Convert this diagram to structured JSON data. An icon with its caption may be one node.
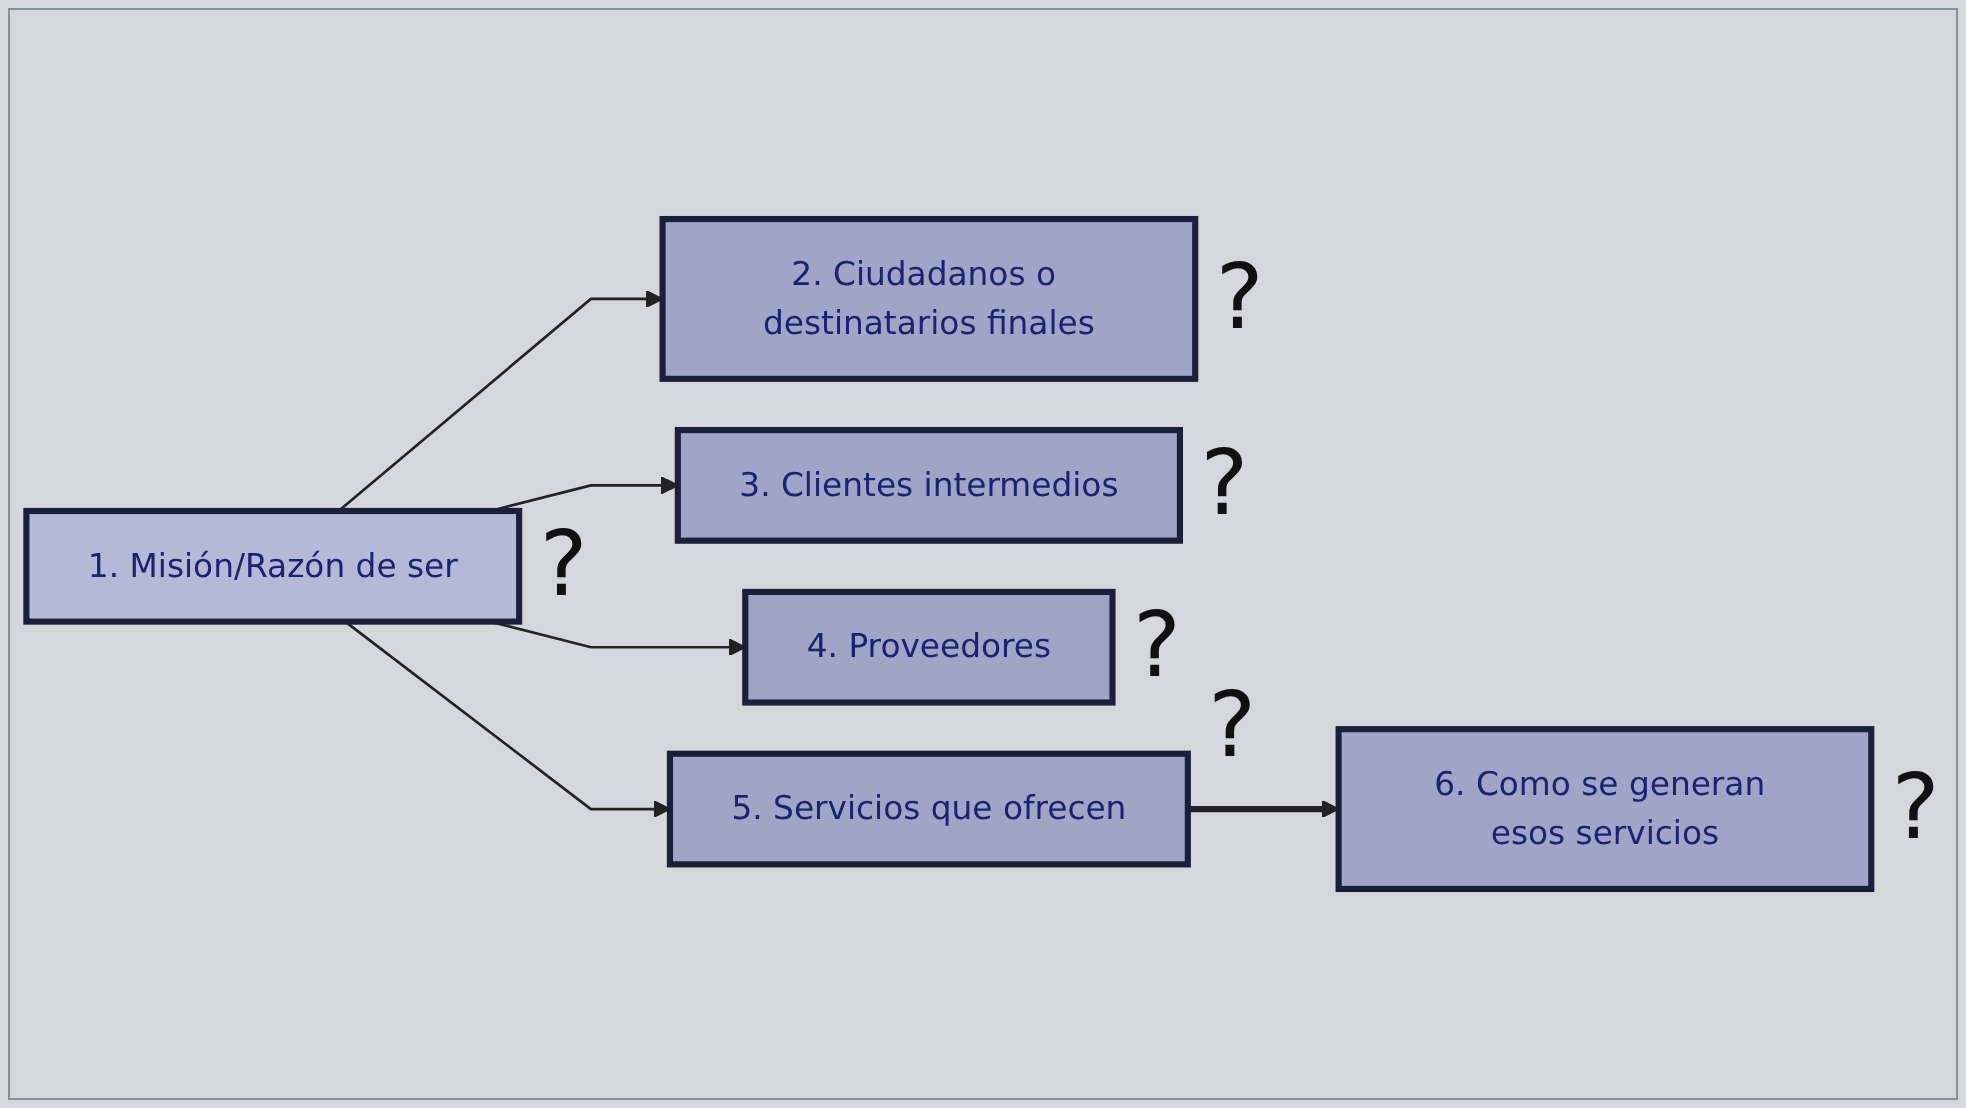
{
  "diagram": {
    "nodes": [
      {
        "text": [
          "1. Misión/Razón de ser"
        ],
        "beside": [
          "?"
        ]
      },
      {
        "text": [
          "2. Ciudadanos o destinatarios finales"
        ],
        "beside": [
          "?"
        ]
      },
      {
        "text": [
          "3. Clientes intermedios"
        ],
        "beside": [
          "?"
        ]
      },
      {
        "text": [
          "4. Proveedores"
        ],
        "beside": [
          "?"
        ]
      },
      {
        "text": [
          "5. Servicios que ofrecen"
        ],
        "beside": [
          "?"
        ]
      },
      {
        "text": [
          "6. Como se generan esos servicios"
        ],
        "beside": [
          "?"
        ]
      }
    ],
    "edges": [
      {
        "from": 0,
        "to": 1,
        "arrow": "to"
      },
      {
        "from": 0,
        "to": 2,
        "arrow": "to"
      },
      {
        "from": 0,
        "to": 3,
        "arrow": "to"
      },
      {
        "from": 0,
        "to": 4,
        "arrow": "to"
      },
      {
        "from": 4,
        "to": 5,
        "arrow": "to",
        "style": "thick"
      }
    ]
  }
}
